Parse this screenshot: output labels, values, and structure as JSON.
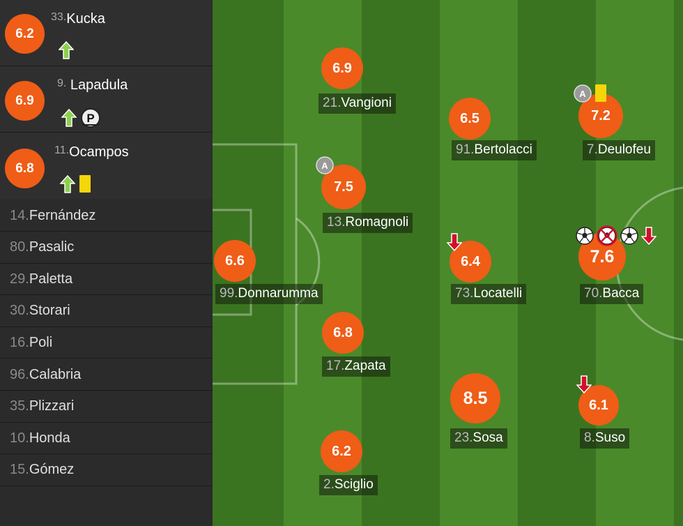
{
  "subs": [
    {
      "rating": "6.2",
      "num": "33.",
      "name": "Kucka",
      "icons": [
        "sub-in-arrow-icon"
      ]
    },
    {
      "rating": "6.9",
      "num": "9.",
      "name": "Lapadula",
      "icons": [
        "sub-in-arrow-icon",
        "penalty-missed-icon"
      ]
    },
    {
      "rating": "6.8",
      "num": "11.",
      "name": "Ocampos",
      "icons": [
        "sub-in-arrow-icon",
        "yellow-card-icon"
      ]
    }
  ],
  "bench": [
    {
      "num": "14.",
      "name": "Fernández"
    },
    {
      "num": "80.",
      "name": "Pasalic"
    },
    {
      "num": "29.",
      "name": "Paletta"
    },
    {
      "num": "30.",
      "name": "Storari"
    },
    {
      "num": "16.",
      "name": "Poli"
    },
    {
      "num": "96.",
      "name": "Calabria"
    },
    {
      "num": "35.",
      "name": "Plizzari"
    },
    {
      "num": "10.",
      "name": "Honda"
    },
    {
      "num": "15.",
      "name": "Gómez"
    }
  ],
  "players": [
    {
      "rating": "6.6",
      "num": "99.",
      "name": "Donnarumma",
      "icons": []
    },
    {
      "rating": "6.9",
      "num": "21.",
      "name": "Vangioni",
      "icons": []
    },
    {
      "rating": "7.5",
      "num": "13.",
      "name": "Romagnoli",
      "icons": [
        "assistant-captain-icon"
      ]
    },
    {
      "rating": "6.8",
      "num": "17.",
      "name": "Zapata",
      "icons": []
    },
    {
      "rating": "6.2",
      "num": "2.",
      "name": "Sciglio",
      "icons": []
    },
    {
      "rating": "6.5",
      "num": "91.",
      "name": "Bertolacci",
      "icons": []
    },
    {
      "rating": "6.4",
      "num": "73.",
      "name": "Locatelli",
      "icons": [
        "sub-out-arrow-icon"
      ]
    },
    {
      "rating": "8.5",
      "num": "23.",
      "name": "Sosa",
      "icons": []
    },
    {
      "rating": "7.2",
      "num": "7.",
      "name": "Deulofeu",
      "icons": [
        "assistant-captain-icon",
        "yellow-card-icon"
      ]
    },
    {
      "rating": "7.6",
      "num": "70.",
      "name": "Bacca",
      "icons": [
        "goal-ball-icon",
        "missed-goal-icon",
        "goal-ball-icon",
        "sub-out-arrow-icon"
      ]
    },
    {
      "rating": "6.1",
      "num": "8.",
      "name": "Suso",
      "icons": [
        "sub-out-arrow-icon"
      ]
    }
  ],
  "colors": {
    "rating": "#ef5d17",
    "pitch_light": "#4a8a2a",
    "pitch_dark": "#3b7420",
    "card": "#f5d60a",
    "arrow_in": "#8bd14d",
    "arrow_out": "#d0102a"
  }
}
